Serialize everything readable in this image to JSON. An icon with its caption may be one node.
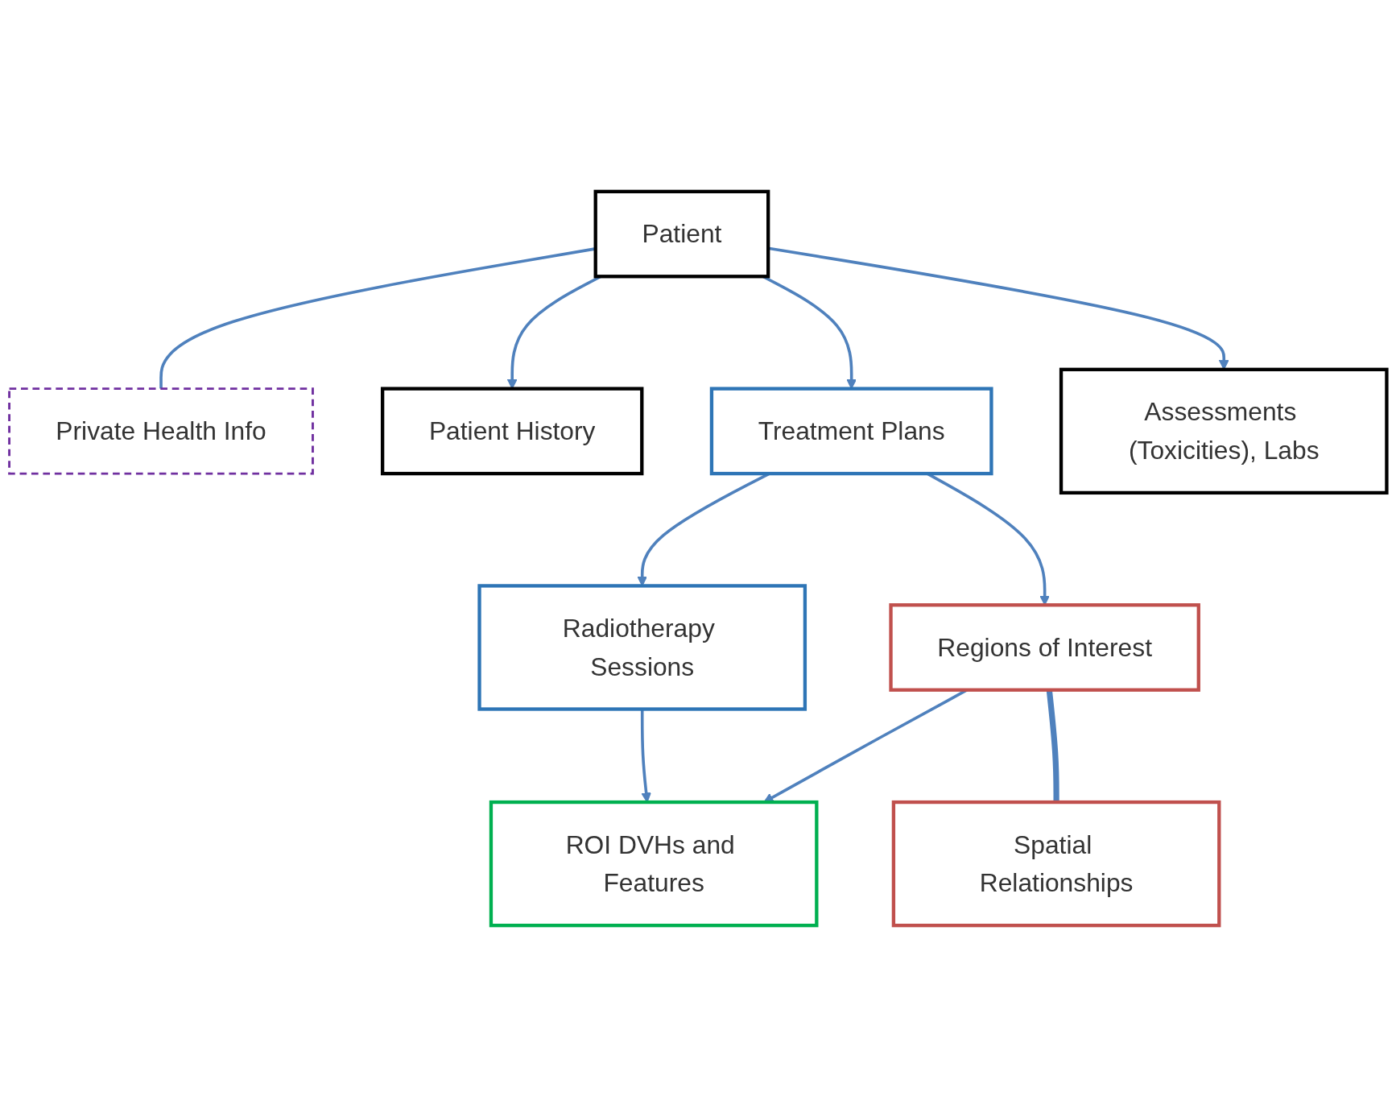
{
  "diagram": {
    "nodes": [
      {
        "text": [
          "Patient"
        ]
      },
      {
        "text": [
          "Private Health Info"
        ]
      },
      {
        "text": [
          "Patient History"
        ]
      },
      {
        "text": [
          "Treatment Plans"
        ]
      },
      {
        "text": [
          "Assessments (Toxicities), Labs"
        ]
      },
      {
        "text": [
          "Radiotherapy Sessions"
        ]
      },
      {
        "text": [
          "Regions of Interest"
        ]
      },
      {
        "text": [
          "ROI DVHs and Features"
        ]
      },
      {
        "text": [
          "Spatial Relationships"
        ]
      }
    ],
    "edges": [
      {
        "from": 0,
        "to": 1,
        "arrow": "none",
        "color": "#4f81bd"
      },
      {
        "from": 0,
        "to": 2,
        "arrow": "to",
        "color": "#4f81bd"
      },
      {
        "from": 0,
        "to": 3,
        "arrow": "to",
        "color": "#4f81bd"
      },
      {
        "from": 0,
        "to": 4,
        "arrow": "to",
        "color": "#4f81bd"
      },
      {
        "from": 3,
        "to": 5,
        "arrow": "to",
        "color": "#4f81bd"
      },
      {
        "from": 3,
        "to": 6,
        "arrow": "to",
        "color": "#4f81bd"
      },
      {
        "from": 5,
        "to": 7,
        "arrow": "to",
        "color": "#4f81bd"
      },
      {
        "from": 6,
        "to": 7,
        "arrow": "to",
        "color": "#4f81bd"
      },
      {
        "from": 6,
        "to": 8,
        "arrow": "none",
        "style": "thick",
        "color": "#4f81bd"
      }
    ]
  }
}
